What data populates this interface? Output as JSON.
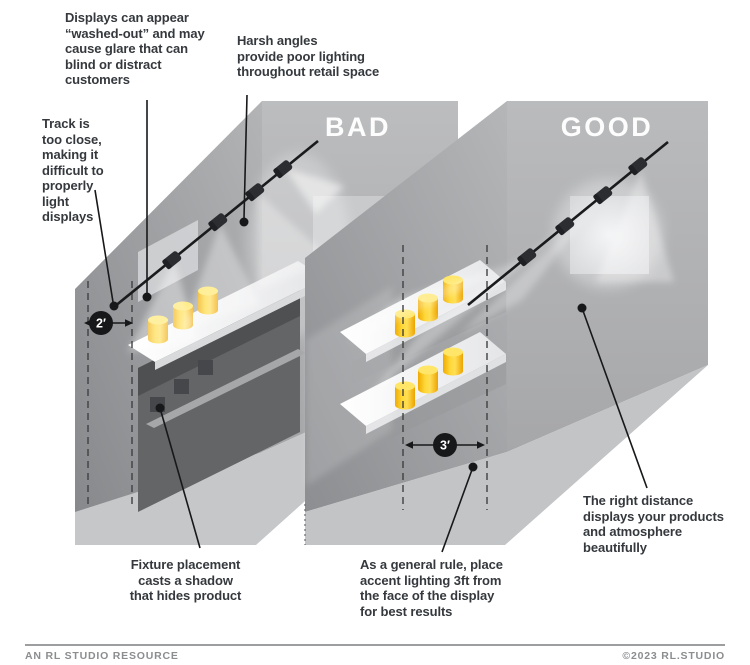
{
  "scene_labels": {
    "bad": "BAD",
    "good": "GOOD"
  },
  "measurements": {
    "bad": "2′",
    "good": "3′"
  },
  "annotations": {
    "washed_out": "Displays can appear\n“washed-out” and may\ncause glare that can\nblind or distract\ncustomers",
    "harsh_angles": "Harsh angles\nprovide poor lighting\nthroughout retail space",
    "track_too_close": "Track is\ntoo close,\nmaking it\ndifficult to\nproperly\nlight\ndisplays",
    "fixture_shadow": "Fixture placement\ncasts a shadow\nthat hides product",
    "general_rule": "As a general rule, place\naccent lighting 3ft from\nthe face of the display\nfor best results",
    "right_distance": "The right distance\ndisplays your products\nand atmosphere\nbeautifully"
  },
  "footer": {
    "left": "AN RL STUDIO RESOURCE",
    "right": "©2023 RL.STUDIO"
  },
  "colors": {
    "annotation_text": "#35393d",
    "wall_light": "#b9babc",
    "wall_mid": "#a4a5a7",
    "wall_dark": "#8b8d90",
    "shadow_block": "#5f6164",
    "product_yellow": "#ffd21e",
    "track_black": "#1a1b1d",
    "label_white": "#fdfdfd",
    "footer_gray": "#8b8d8f"
  }
}
